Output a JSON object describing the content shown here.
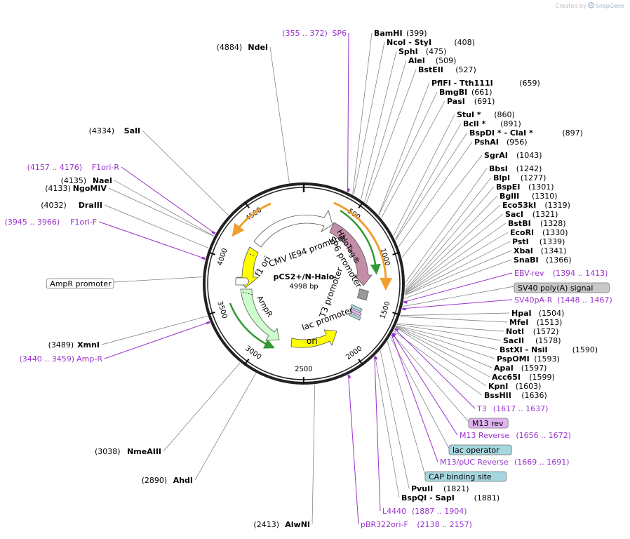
{
  "credit": {
    "created_by": "Created by",
    "brand": "SnapGene"
  },
  "map": {
    "name": "pCS2+/N-Halo",
    "length": "4998 bp",
    "ticks": [
      "500",
      "1000",
      "1500",
      "2000",
      "2500",
      "3000",
      "3500",
      "4000",
      "4500"
    ],
    "features": [
      {
        "name": "HaloTag®",
        "color": "#c38fa8"
      },
      {
        "name": "SV40 poly(A) signal",
        "color": "#999999"
      },
      {
        "name": "ori",
        "color": "#ffff00"
      },
      {
        "name": "AmpR",
        "color": "#ccffcc"
      },
      {
        "name": "AmpR promoter",
        "color": "#ffffff"
      },
      {
        "name": "CMV IE94 promoter",
        "color": "#ffffff"
      },
      {
        "name": "f1 ori",
        "color": "#ffff00"
      }
    ],
    "promoters": [
      "SP6 promoter",
      "T3 promoter",
      "lac promoter"
    ],
    "primer_color": "#9933cc",
    "left_labels": [
      {
        "pos": "(4884)",
        "name": "NdeI",
        "kind": "site"
      },
      {
        "pos": "(4334)",
        "name": "SalI",
        "kind": "site"
      },
      {
        "pos": "(4157 .. 4176)",
        "name": "F1ori-R",
        "kind": "primer"
      },
      {
        "pos": "(4135)",
        "name": "NaeI",
        "kind": "site"
      },
      {
        "pos": "(4133)",
        "name": "NgoMIV",
        "kind": "site"
      },
      {
        "pos": "(4032)",
        "name": "DraIII",
        "kind": "site"
      },
      {
        "pos": "(3945 .. 3966)",
        "name": "F1ori-F",
        "kind": "primer"
      },
      {
        "pos": "",
        "name": "AmpR promoter",
        "kind": "box"
      },
      {
        "pos": "(3489)",
        "name": "XmnI",
        "kind": "site"
      },
      {
        "pos": "(3440 .. 3459)",
        "name": "Amp-R",
        "kind": "primer"
      },
      {
        "pos": "(3038)",
        "name": "NmeAIII",
        "kind": "site"
      },
      {
        "pos": "(2890)",
        "name": "AhdI",
        "kind": "site"
      },
      {
        "pos": "(2413)",
        "name": "AlwNI",
        "kind": "site"
      }
    ],
    "right_labels": [
      {
        "pos": "(355 .. 372)",
        "name": "SP6",
        "kind": "primer"
      },
      {
        "pos": "(399)",
        "name": "BamHI",
        "kind": "site"
      },
      {
        "pos": "(408)",
        "name": "NcoI  - StyI",
        "kind": "site"
      },
      {
        "pos": "(475)",
        "name": "SphI",
        "kind": "site"
      },
      {
        "pos": "(509)",
        "name": "AleI",
        "kind": "site"
      },
      {
        "pos": "(527)",
        "name": "BstEII",
        "kind": "site"
      },
      {
        "pos": "(659)",
        "name": "PflFI  - Tth111I",
        "kind": "site"
      },
      {
        "pos": "(661)",
        "name": "BmgBI",
        "kind": "site"
      },
      {
        "pos": "(691)",
        "name": "PasI",
        "kind": "site"
      },
      {
        "pos": "(860)",
        "name": "StuI *",
        "kind": "site"
      },
      {
        "pos": "(891)",
        "name": "BclI *",
        "kind": "site"
      },
      {
        "pos": "(897)",
        "name": "BspDI *  - ClaI *",
        "kind": "site"
      },
      {
        "pos": "(956)",
        "name": "PshAI",
        "kind": "site"
      },
      {
        "pos": "(1043)",
        "name": "SgrAI",
        "kind": "site"
      },
      {
        "pos": "(1242)",
        "name": "BbsI",
        "kind": "site"
      },
      {
        "pos": "(1277)",
        "name": "BlpI",
        "kind": "site"
      },
      {
        "pos": "(1301)",
        "name": "BspEI",
        "kind": "site"
      },
      {
        "pos": "(1310)",
        "name": "BglII",
        "kind": "site"
      },
      {
        "pos": "(1319)",
        "name": "Eco53kI",
        "kind": "site"
      },
      {
        "pos": "(1321)",
        "name": "SacI",
        "kind": "site"
      },
      {
        "pos": "(1328)",
        "name": "BstBI",
        "kind": "site"
      },
      {
        "pos": "(1330)",
        "name": "EcoRI",
        "kind": "site"
      },
      {
        "pos": "(1339)",
        "name": "PstI",
        "kind": "site"
      },
      {
        "pos": "(1341)",
        "name": "XbaI",
        "kind": "site"
      },
      {
        "pos": "(1366)",
        "name": "SnaBI",
        "kind": "site"
      },
      {
        "pos": "(1394 .. 1413)",
        "name": "EBV-rev",
        "kind": "primer"
      },
      {
        "pos": "",
        "name": "SV40 poly(A) signal",
        "kind": "featbox",
        "fill": "#c8c8c8"
      },
      {
        "pos": "(1448 .. 1467)",
        "name": "SV40pA-R",
        "kind": "primer"
      },
      {
        "pos": "(1504)",
        "name": "HpaI",
        "kind": "site"
      },
      {
        "pos": "(1513)",
        "name": "MfeI",
        "kind": "site"
      },
      {
        "pos": "(1572)",
        "name": "NotI",
        "kind": "site"
      },
      {
        "pos": "(1578)",
        "name": "SacII",
        "kind": "site"
      },
      {
        "pos": "(1590)",
        "name": "BstXI  - NsiI",
        "kind": "site"
      },
      {
        "pos": "(1593)",
        "name": "PspOMI",
        "kind": "site"
      },
      {
        "pos": "(1597)",
        "name": "ApaI",
        "kind": "site"
      },
      {
        "pos": "(1599)",
        "name": "Acc65I",
        "kind": "site"
      },
      {
        "pos": "(1603)",
        "name": "KpnI",
        "kind": "site"
      },
      {
        "pos": "(1636)",
        "name": "BssHII",
        "kind": "site"
      },
      {
        "pos": "(1617 .. 1637)",
        "name": "T3",
        "kind": "primer"
      },
      {
        "pos": "",
        "name": "M13 rev",
        "kind": "featbox",
        "fill": "#e0b3f0"
      },
      {
        "pos": "(1656 .. 1672)",
        "name": "M13 Reverse",
        "kind": "primer"
      },
      {
        "pos": "",
        "name": "lac operator",
        "kind": "featbox",
        "fill": "#a6d6e0"
      },
      {
        "pos": "(1669 .. 1691)",
        "name": "M13/pUC Reverse",
        "kind": "primer"
      },
      {
        "pos": "",
        "name": "CAP binding site",
        "kind": "featbox",
        "fill": "#a6d6e0"
      },
      {
        "pos": "(1821)",
        "name": "PvuII",
        "kind": "site"
      },
      {
        "pos": "(1881)",
        "name": "BspQI  - SapI",
        "kind": "site"
      },
      {
        "pos": "(1887 .. 1904)",
        "name": "L4440",
        "kind": "primer"
      },
      {
        "pos": "(2138 .. 2157)",
        "name": "pBR322ori-F",
        "kind": "primer"
      }
    ]
  }
}
